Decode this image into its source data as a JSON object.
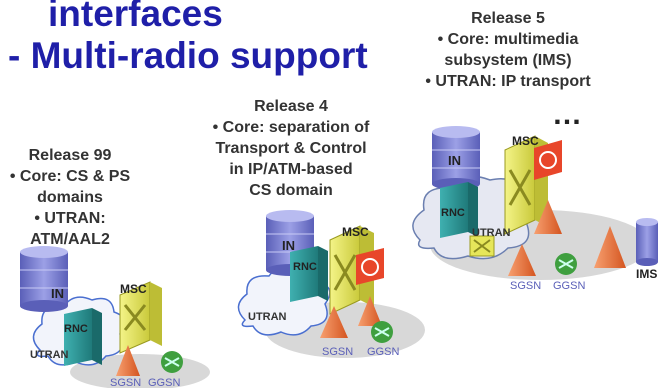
{
  "title": {
    "line1": "interfaces",
    "line2": "-  Multi-radio support"
  },
  "releases": [
    {
      "heading": "Release 99",
      "bullets": [
        "• Core: CS & PS",
        "domains",
        "• UTRAN:",
        "ATM/AAL2"
      ],
      "labels": {
        "in": "IN",
        "msc": "MSC",
        "rnc": "RNC",
        "utran": "UTRAN",
        "sgsn": "SGSN",
        "ggsn": "GGSN"
      }
    },
    {
      "heading": "Release 4",
      "bullets": [
        "• Core: separation of",
        "Transport & Control",
        "in IP/ATM-based",
        "CS domain"
      ],
      "labels": {
        "in": "IN",
        "msc": "MSC",
        "rnc": "RNC",
        "utran": "UTRAN",
        "sgsn": "SGSN",
        "ggsn": "GGSN"
      }
    },
    {
      "heading": "Release 5",
      "bullets": [
        "• Core: multimedia",
        "subsystem (IMS)",
        "• UTRAN: IP transport"
      ],
      "labels": {
        "in": "IN",
        "msc": "MSC",
        "rnc": "RNC",
        "utran": "UTRAN",
        "sgsn": "SGSN",
        "ggsn": "GGSN",
        "ims": "IMS"
      }
    }
  ],
  "ellipsis": "…",
  "colors": {
    "title": "#1f1fa8",
    "db": "#7b7fd0",
    "switch": "#e6e65a",
    "rnc": "#2f9a9a",
    "cone": "#f07a40",
    "ggsn": "#3f9f3f",
    "gateway": "#e8462a",
    "cloud": "#f2f4fb",
    "platform": "#d8d8d8"
  }
}
